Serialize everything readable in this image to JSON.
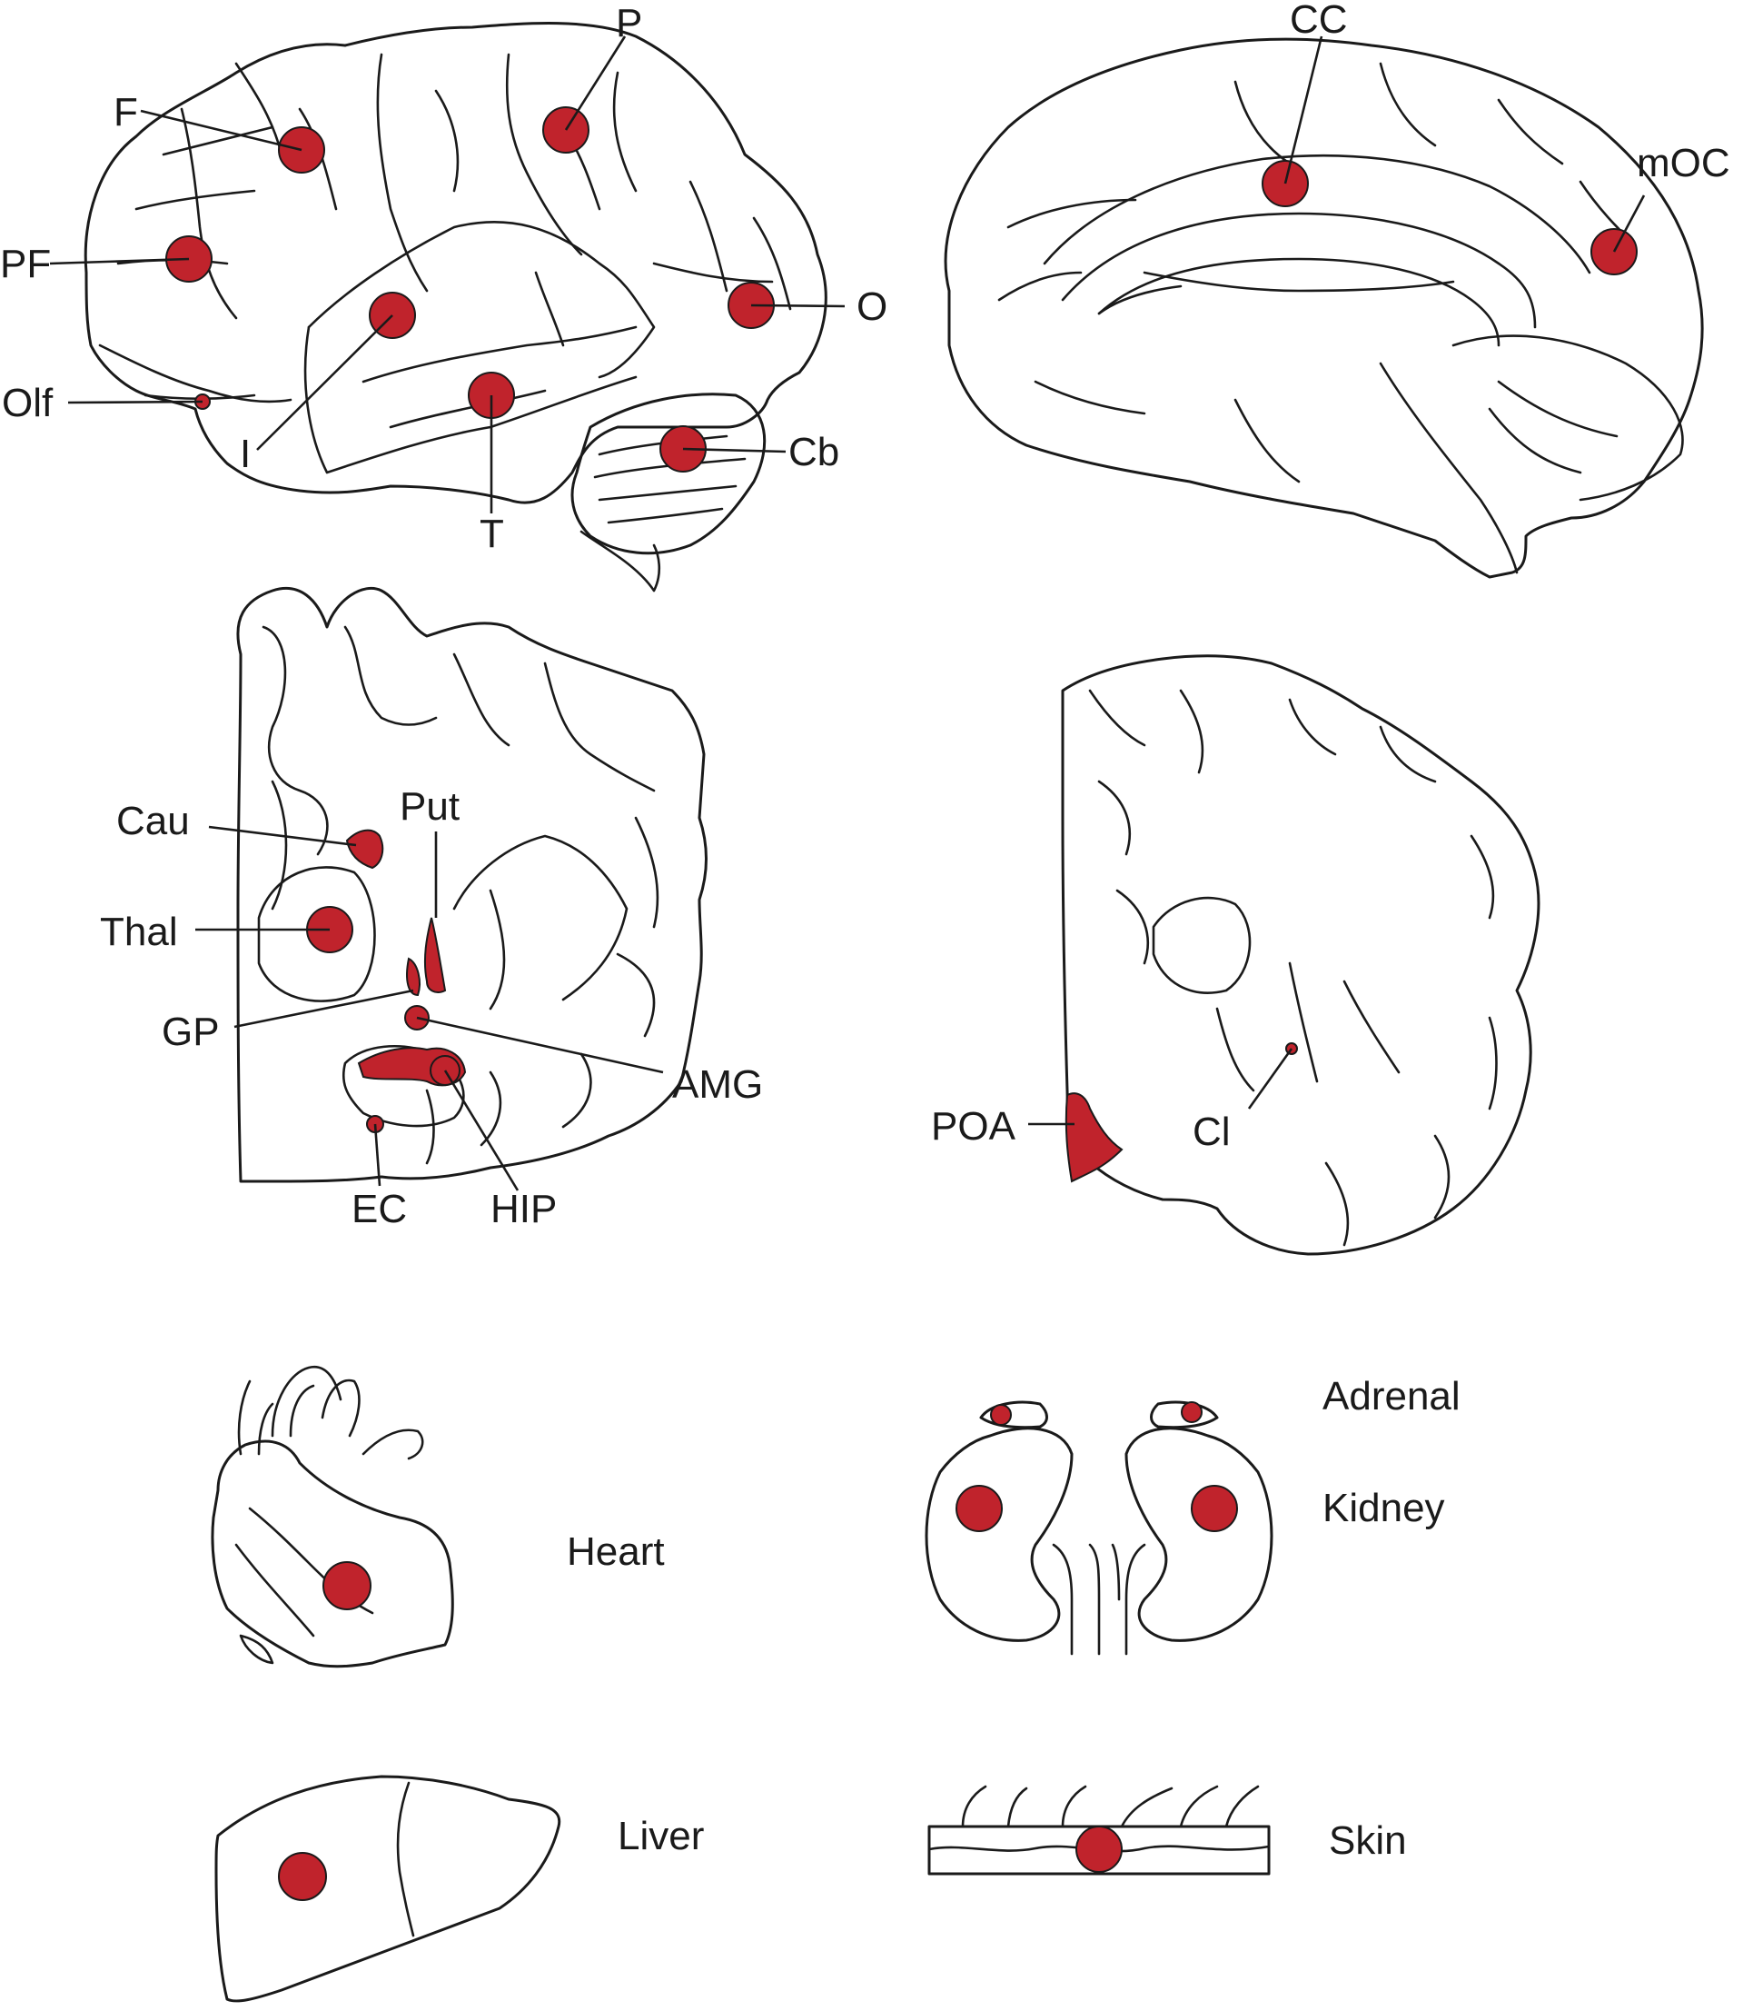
{
  "colors": {
    "marker": "#c0232c",
    "outline": "#1a1a1a",
    "background": "#ffffff"
  },
  "lateral_view": {
    "labels": {
      "F": "F",
      "P": "P",
      "PF": "PF",
      "O": "O",
      "Olf": "Olf",
      "I": "I",
      "T": "T",
      "Cb": "Cb"
    }
  },
  "medial_view": {
    "labels": {
      "CC": "CC",
      "mOC": "mOC"
    }
  },
  "coronal_section_1": {
    "labels": {
      "Cau": "Cau",
      "Put": "Put",
      "Thal": "Thal",
      "GP": "GP",
      "AMG": "AMG",
      "EC": "EC",
      "HIP": "HIP"
    }
  },
  "coronal_section_2": {
    "labels": {
      "POA": "POA",
      "Cl": "Cl"
    }
  },
  "organs": {
    "adrenal": "Adrenal",
    "kidney": "Kidney",
    "heart": "Heart",
    "liver": "Liver",
    "skin": "Skin"
  }
}
